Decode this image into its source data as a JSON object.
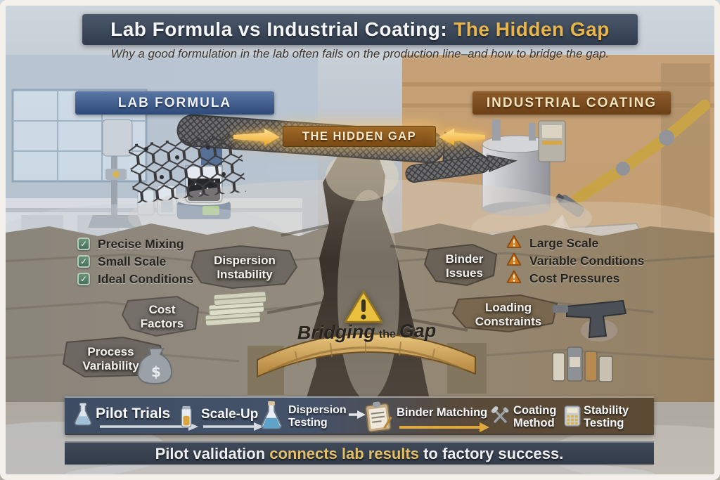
{
  "header": {
    "title_main": "Lab Formula vs Industrial Coating:",
    "title_highlight": "The Hidden Gap",
    "subtitle": "Why a good formulation in the lab often fails on the production line–and how to bridge the gap."
  },
  "banners": {
    "lab": "LAB FORMULA",
    "industrial": "INDUSTRIAL COATING",
    "gap": "THE HIDDEN GAP"
  },
  "lab_features": [
    {
      "icon": "check-icon",
      "label": "Precise Mixing"
    },
    {
      "icon": "check-icon",
      "label": "Small Scale"
    },
    {
      "icon": "check-icon",
      "label": "Ideal Conditions"
    }
  ],
  "industrial_challenges": [
    {
      "icon": "warning-icon",
      "label": "Large Scale"
    },
    {
      "icon": "warning-icon",
      "label": "Variable Conditions"
    },
    {
      "icon": "warning-icon",
      "label": "Cost Pressures"
    }
  ],
  "gap_obstacles": {
    "dispersion": "Dispersion Instability",
    "cost": "Cost Factors",
    "process": "Process Variability",
    "binder": "Binder Issues",
    "loading": "Loading Constraints"
  },
  "bridge": {
    "word1": "Bridging",
    "word2": "the",
    "word3": "Gap"
  },
  "pipeline": {
    "steps": [
      {
        "icon": "flask-icon",
        "label": "Pilot Trials"
      },
      {
        "icon": "vial-icon",
        "label": "Scale-Up"
      },
      {
        "icon": "erlenmeyer-icon",
        "label": "Dispersion Testing"
      },
      {
        "icon": "clipboard-icon",
        "label": "Binder Matching"
      },
      {
        "icon": "coating-tools-icon",
        "label": "Coating Method"
      },
      {
        "icon": "calculator-icon",
        "label": "Stability Testing"
      }
    ]
  },
  "footer": {
    "text_start": "Pilot validation ",
    "text_highlight": "connects lab results ",
    "text_end": "to factory success."
  },
  "icons": {
    "check_glyph": "✓"
  },
  "colors": {
    "accent_gold": "#e7b54a",
    "lab_banner_blue": "#3f5d8f",
    "industrial_banner_brown": "#7c4a1e",
    "gap_banner_amber": "#8a5a1d",
    "check_green": "#4f7a60",
    "warning_orange": "#c9701e",
    "bridge_gold": "#c9a45c",
    "footer_bar_navy": "#39434f"
  }
}
